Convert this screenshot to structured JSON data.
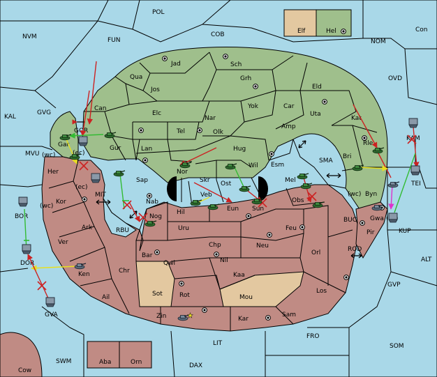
{
  "map": {
    "colors": {
      "sea": "#a9d8e8",
      "green_power": "#9fbf8c",
      "red_power": "#c08b84",
      "neutral": "#e3c8a0",
      "move_red": "#cc2222",
      "move_green": "#33bb33",
      "move_yellow": "#e8e020",
      "move_magenta": "#dd33cc"
    },
    "legend": {
      "left": "Elf",
      "right": "Hel"
    },
    "labels": [
      {
        "id": "POL",
        "text": "POL"
      },
      {
        "id": "FUN",
        "text": "FUN"
      },
      {
        "id": "NVM",
        "text": "NVM"
      },
      {
        "id": "COB",
        "text": "COB"
      },
      {
        "id": "NOM",
        "text": "NOM"
      },
      {
        "id": "Con",
        "text": "Con"
      },
      {
        "id": "OVD",
        "text": "OVD"
      },
      {
        "id": "KAL",
        "text": "KAL"
      },
      {
        "id": "GVG",
        "text": "GVG"
      },
      {
        "id": "MVU",
        "text": "MVU"
      },
      {
        "id": "Jad",
        "text": "Jad"
      },
      {
        "id": "Sch",
        "text": "Sch"
      },
      {
        "id": "Qua",
        "text": "Qua"
      },
      {
        "id": "Jos",
        "text": "Jos"
      },
      {
        "id": "Grh",
        "text": "Grh"
      },
      {
        "id": "Eld",
        "text": "Eld"
      },
      {
        "id": "Can",
        "text": "Can"
      },
      {
        "id": "Yok",
        "text": "Yok"
      },
      {
        "id": "Car",
        "text": "Car"
      },
      {
        "id": "Elc",
        "text": "Elc"
      },
      {
        "id": "Nar",
        "text": "Nar"
      },
      {
        "id": "Uta",
        "text": "Uta"
      },
      {
        "id": "Kat",
        "text": "Kat"
      },
      {
        "id": "Tel",
        "text": "Tel"
      },
      {
        "id": "Olk",
        "text": "Olk"
      },
      {
        "id": "Amp",
        "text": "Amp"
      },
      {
        "id": "GOR",
        "text": "GOR"
      },
      {
        "id": "Gur",
        "text": "Gur"
      },
      {
        "id": "Gar",
        "text": "Gar"
      },
      {
        "id": "Lan",
        "text": "Lan"
      },
      {
        "id": "Hug",
        "text": "Hug"
      },
      {
        "id": "Rle",
        "text": "Rle"
      },
      {
        "id": "KAM",
        "text": "KAM"
      },
      {
        "id": "Bri",
        "text": "Bri"
      },
      {
        "id": "SMA",
        "text": "SMA"
      },
      {
        "id": "Esm",
        "text": "Esm"
      },
      {
        "id": "Wil",
        "text": "Wil"
      },
      {
        "id": "wc1",
        "text": "(wc)"
      },
      {
        "id": "ec1",
        "text": "(ec)"
      },
      {
        "id": "Her",
        "text": "Her"
      },
      {
        "id": "Nor",
        "text": "Nor"
      },
      {
        "id": "Skr",
        "text": "Skr"
      },
      {
        "id": "Ost",
        "text": "Ost"
      },
      {
        "id": "Mel",
        "text": "Mel"
      },
      {
        "id": "TEI",
        "text": "TEI"
      },
      {
        "id": "ec2",
        "text": "(ec)"
      },
      {
        "id": "Sap",
        "text": "Sap"
      },
      {
        "id": "Veb",
        "text": "Veb"
      },
      {
        "id": "Kor",
        "text": "Kor"
      },
      {
        "id": "MIT",
        "text": "MIT"
      },
      {
        "id": "Nab",
        "text": "Nab"
      },
      {
        "id": "Obs",
        "text": "Obs"
      },
      {
        "id": "wc2",
        "text": "(wc)"
      },
      {
        "id": "Byn",
        "text": "Byn"
      },
      {
        "id": "wc3",
        "text": "(wc)"
      },
      {
        "id": "Hil",
        "text": "Hil"
      },
      {
        "id": "Eun",
        "text": "Eun"
      },
      {
        "id": "Sun",
        "text": "Sun"
      },
      {
        "id": "BOR",
        "text": "BOR"
      },
      {
        "id": "Gwa",
        "text": "Gwa"
      },
      {
        "id": "ec3",
        "text": "(ec)"
      },
      {
        "id": "Ark",
        "text": "Ark"
      },
      {
        "id": "Nog",
        "text": "Nog"
      },
      {
        "id": "BUC",
        "text": "BUC"
      },
      {
        "id": "KUP",
        "text": "KUP"
      },
      {
        "id": "RBU",
        "text": "RBU"
      },
      {
        "id": "Uru",
        "text": "Uru"
      },
      {
        "id": "Feu",
        "text": "Feu"
      },
      {
        "id": "Pir",
        "text": "Pir"
      },
      {
        "id": "Ver",
        "text": "Ver"
      },
      {
        "id": "Chp",
        "text": "Chp"
      },
      {
        "id": "Neu",
        "text": "Neu"
      },
      {
        "id": "Orl",
        "text": "Orl"
      },
      {
        "id": "Bar",
        "text": "Bar"
      },
      {
        "id": "DOR",
        "text": "DOR"
      },
      {
        "id": "Qwi",
        "text": "Qwi"
      },
      {
        "id": "Nil",
        "text": "Nil"
      },
      {
        "id": "ROD",
        "text": "ROD"
      },
      {
        "id": "ALT",
        "text": "ALT"
      },
      {
        "id": "Ken",
        "text": "Ken"
      },
      {
        "id": "Chr",
        "text": "Chr"
      },
      {
        "id": "Kaa",
        "text": "Kaa"
      },
      {
        "id": "Los",
        "text": "Los"
      },
      {
        "id": "GVP",
        "text": "GVP"
      },
      {
        "id": "Ail",
        "text": "Ail"
      },
      {
        "id": "Sot",
        "text": "Sot"
      },
      {
        "id": "Rot",
        "text": "Rot"
      },
      {
        "id": "Mou",
        "text": "Mou"
      },
      {
        "id": "Sam",
        "text": "Sam"
      },
      {
        "id": "GVA",
        "text": "GVA"
      },
      {
        "id": "Zin",
        "text": "Zin"
      },
      {
        "id": "Kar",
        "text": "Kar"
      },
      {
        "id": "FRO",
        "text": "FRO"
      },
      {
        "id": "LIT",
        "text": "LIT"
      },
      {
        "id": "SOM",
        "text": "SOM"
      },
      {
        "id": "SWM",
        "text": "SWM"
      },
      {
        "id": "Aba",
        "text": "Aba"
      },
      {
        "id": "Orn",
        "text": "Orn"
      },
      {
        "id": "DAX",
        "text": "DAX"
      },
      {
        "id": "Cow",
        "text": "Cow"
      }
    ]
  }
}
